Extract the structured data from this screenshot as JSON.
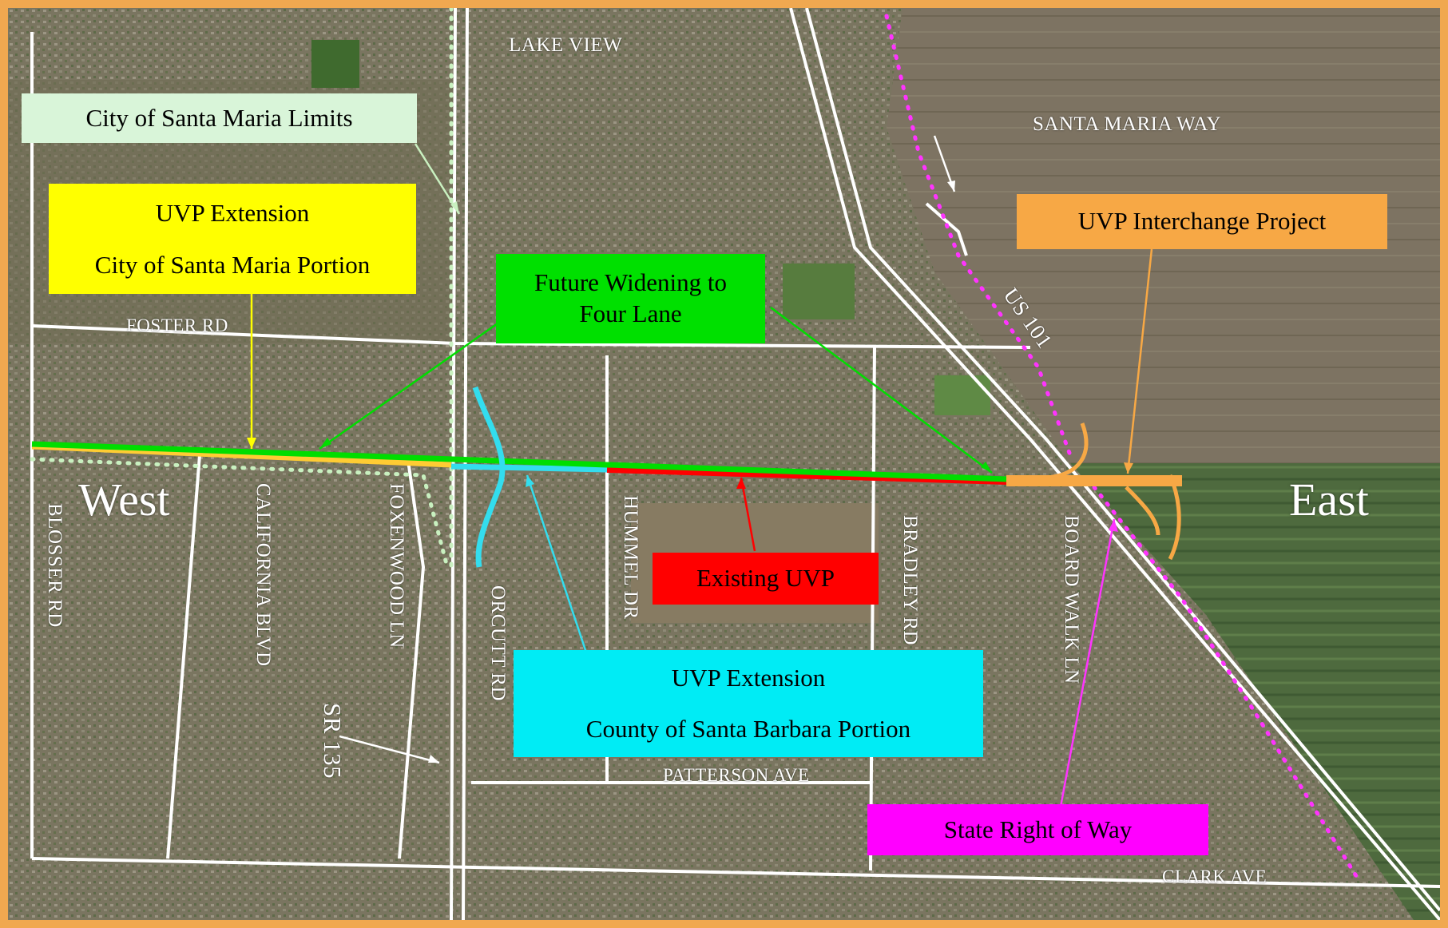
{
  "callouts": {
    "city_limits": "City of Santa Maria Limits",
    "uvp_ext_city": {
      "line1": "UVP Extension",
      "line2": "City of Santa Maria Portion"
    },
    "widening": {
      "line1": "Future Widening to",
      "line2": "Four Lane"
    },
    "interchange": "UVP Interchange Project",
    "existing": "Existing UVP",
    "uvp_ext_county": {
      "line1": "UVP Extension",
      "line2": "County of Santa Barbara Portion"
    },
    "state_row": "State Right of Way"
  },
  "roads": {
    "lake_view": "LAKE VIEW",
    "santa_maria_way": "SANTA MARIA WAY",
    "us101": "US 101",
    "foster_rd": "FOSTER RD",
    "blosser_rd": "BLOSSER RD",
    "california_blvd": "CALIFORNIA BLVD",
    "foxenwood_ln": "FOXENWOOD LN",
    "orcutt_rd": "ORCUTT RD",
    "hummel_dr": "HUMMEL DR",
    "bradley_rd": "BRADLEY RD",
    "board_walk_ln": "BOARD WALK LN",
    "sr135": "SR 135",
    "patterson_ave": "PATTERSON AVE",
    "clark_ave": "CLARK AVE"
  },
  "directions": {
    "west": "West",
    "east": "East"
  },
  "colors": {
    "frame": "#f0a850",
    "city_callout": "#d9f5d9",
    "uvp_city": "#ffff00",
    "widening": "#00e000",
    "interchange": "#f7a845",
    "existing": "#ff0000",
    "uvp_county": "#00ecf5",
    "state_row": "#ff00ff"
  }
}
